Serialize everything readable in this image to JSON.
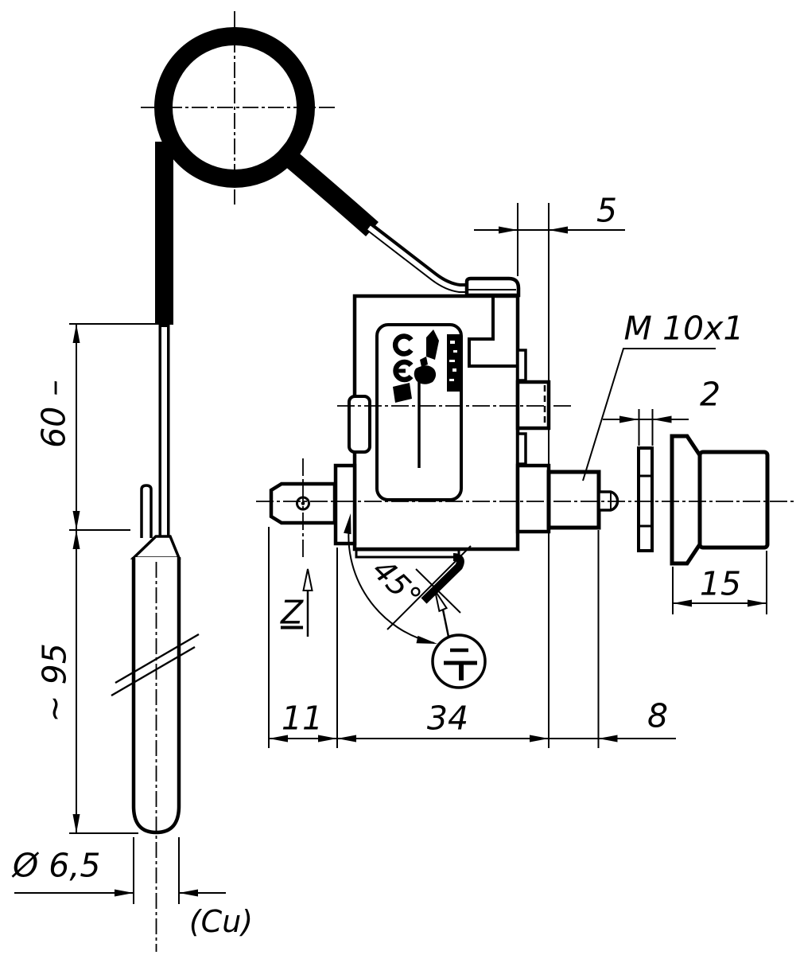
{
  "colors": {
    "ink": "#000000",
    "paper": "#ffffff"
  },
  "dimensions": {
    "cap_offset": "5",
    "thread_callout": "M 10x1",
    "washer_thickness": "2",
    "knob_length": "15",
    "capillary_length": "60 –",
    "probe_length": "~ 95",
    "probe_diameter": "Ø 6,5",
    "probe_material": "(Cu)",
    "shaft_protrusion": "11",
    "body_width": "34",
    "boss_length": "8",
    "ground_tab_angle": "45°",
    "datum_label": "Z"
  },
  "icons": {
    "ce_mark": "CE",
    "ground_symbol": "protective-earth",
    "break_symbol": "pipe-break",
    "centerline": "dash-dot-centerline"
  }
}
